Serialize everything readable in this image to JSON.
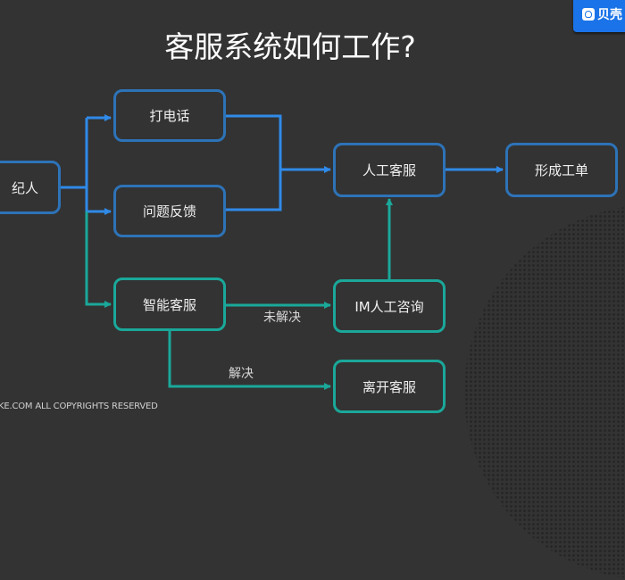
{
  "title": "客服系统如何工作?",
  "logo": {
    "icon": "beike-logo-icon",
    "text": "贝壳",
    "color": "#1a73e8"
  },
  "colors": {
    "background": "#333333",
    "blue": "#2f8ae8",
    "blue_border": "#2d73b8",
    "teal": "#1aa89a"
  },
  "nodes": {
    "broker": "纪人",
    "phone": "打电话",
    "feedback": "问题反馈",
    "smart_service": "智能客服",
    "human_service": "人工客服",
    "work_order": "形成工单",
    "im_consult": "IM人工咨询",
    "leave_service": "离开客服"
  },
  "edge_labels": {
    "unresolved": "未解决",
    "resolved": "解决"
  },
  "footer": "KE.COM ALL COPYRIGHTS  RESERVED"
}
